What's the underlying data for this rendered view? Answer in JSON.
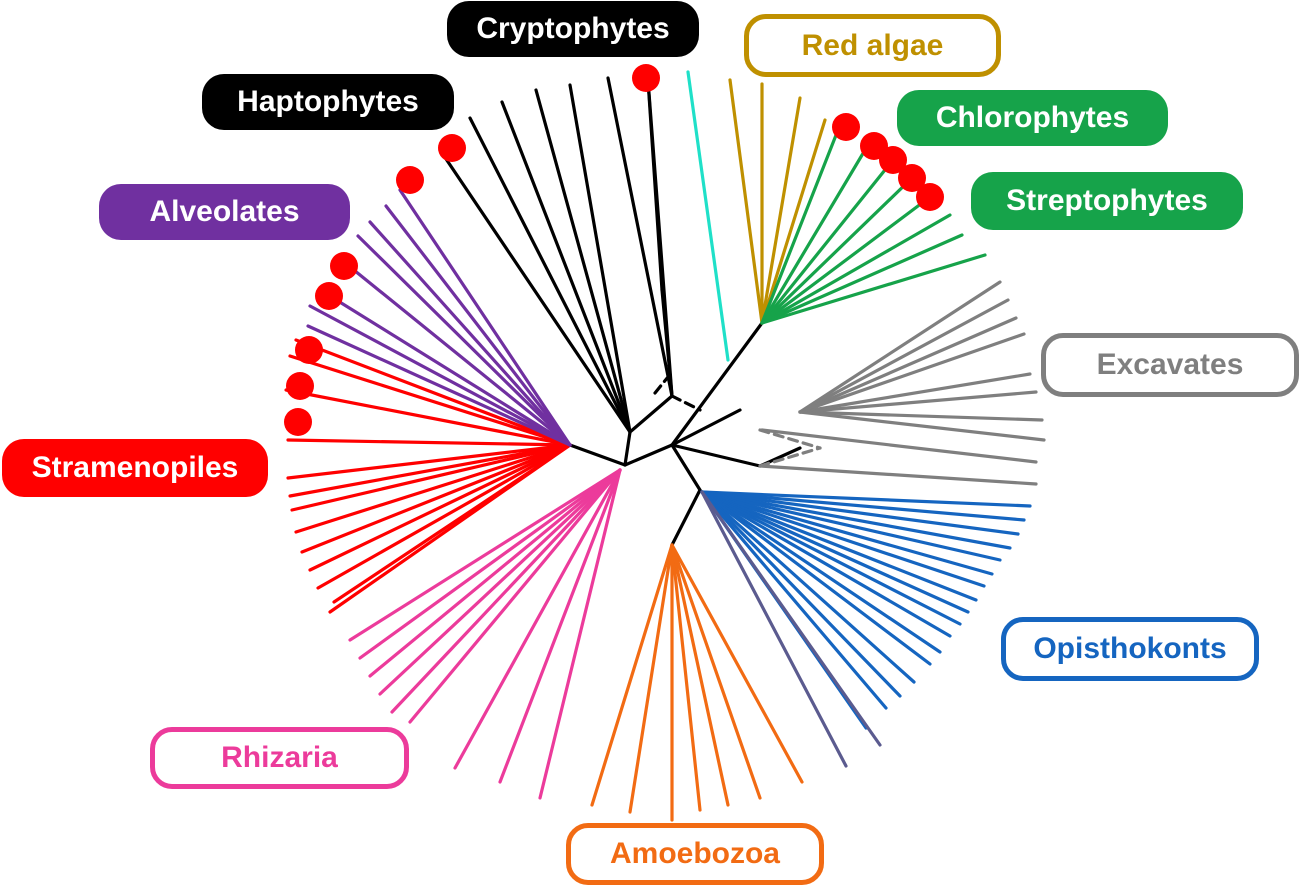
{
  "groups": {
    "cryptophytes": {
      "label": "Cryptophytes",
      "color": "#000000"
    },
    "haptophytes": {
      "label": "Haptophytes",
      "color": "#000000"
    },
    "alveolates": {
      "label": "Alveolates",
      "color": "#7030a0"
    },
    "stramenopiles": {
      "label": "Stramenopiles",
      "color": "#ff0000"
    },
    "rhizaria": {
      "label": "Rhizaria",
      "color": "#ec3b9b"
    },
    "amoebozoa": {
      "label": "Amoebozoa",
      "color": "#f26b13"
    },
    "opisthokonts": {
      "label": "Opisthokonts",
      "color": "#1565c0"
    },
    "excavates": {
      "label": "Excavates",
      "color": "#7f7f7f"
    },
    "streptophytes": {
      "label": "Streptophytes",
      "color": "#16a34a"
    },
    "chlorophytes": {
      "label": "Chlorophytes",
      "color": "#16a34a"
    },
    "red_algae": {
      "label": "Red algae",
      "color": "#bf9000"
    }
  },
  "other_colors": {
    "cyan_branch": "#1fe0c8",
    "slate_branch": "#5b5b8f",
    "marker": "#ff0000",
    "backbone": "#000000"
  }
}
